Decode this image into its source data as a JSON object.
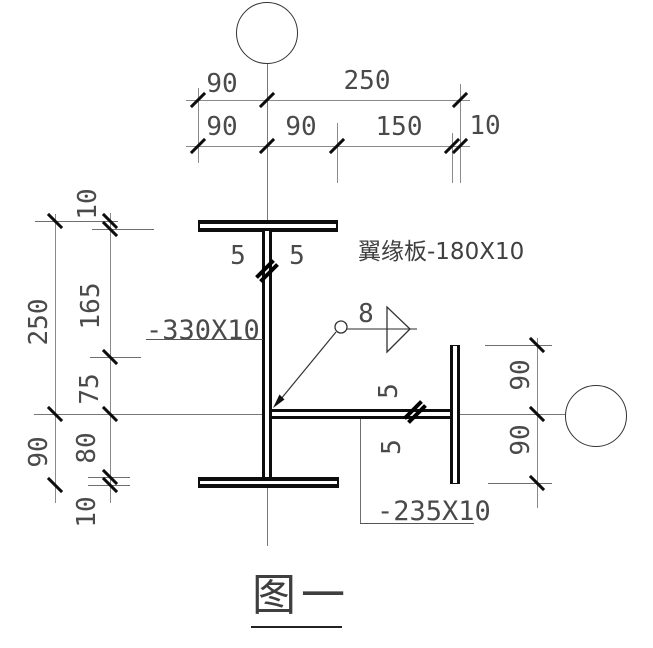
{
  "drawing": {
    "title": "图一",
    "labels": {
      "flange_plate": "翼缘板-180X10",
      "web_plate": "-330X10",
      "mid_plate": "-235X10"
    },
    "welds": {
      "number": "8",
      "web_left": "5",
      "web_right": "5",
      "plate_upper": "5",
      "plate_lower": "5"
    },
    "dims": {
      "top_row1": [
        "90",
        "250"
      ],
      "top_row2": [
        "90",
        "90",
        "150",
        "10"
      ],
      "left_outer": [
        "250",
        "90"
      ],
      "left_inner": [
        "10",
        "165",
        "75",
        "80",
        "10"
      ],
      "right_chain": [
        "90",
        "90"
      ]
    },
    "colors": {
      "background": "#ffffff",
      "thin_line": "#8a8a8a",
      "heavy_line": "#0d0d0d",
      "text": "#4a4a4a"
    }
  }
}
